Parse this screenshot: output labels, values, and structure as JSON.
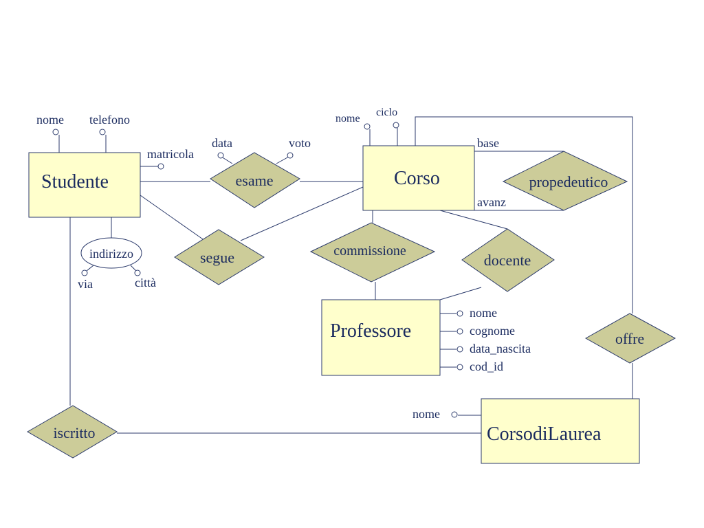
{
  "entities": {
    "studente": "Studente",
    "corso": "Corso",
    "professore": "Professore",
    "corsodilaurea": "CorsodiLaurea"
  },
  "relationships": {
    "esame": "esame",
    "segue": "segue",
    "propedeutico": "propedeutico",
    "commissione": "commissione",
    "docente": "docente",
    "offre": "offre",
    "iscritto": "iscritto"
  },
  "attributes": {
    "studente": {
      "nome": "nome",
      "telefono": "telefono",
      "matricola": "matricola",
      "indirizzo": "indirizzo",
      "via": "via",
      "citta": "città"
    },
    "esame": {
      "data": "data",
      "voto": "voto"
    },
    "corso": {
      "nome": "nome",
      "ciclo": "ciclo"
    },
    "propedeutico_roles": {
      "base": "base",
      "avanz": "avanz"
    },
    "professore": {
      "nome": "nome",
      "cognome": "cognome",
      "data_nascita": "data_nascita",
      "cod_id": "cod_id"
    },
    "corsodilaurea": {
      "nome": "nome"
    }
  },
  "colors": {
    "entity_fill": "#ffffcc",
    "relationship_fill": "#cccc99",
    "line": "#2b3a6b",
    "text": "#1a2a5e"
  }
}
